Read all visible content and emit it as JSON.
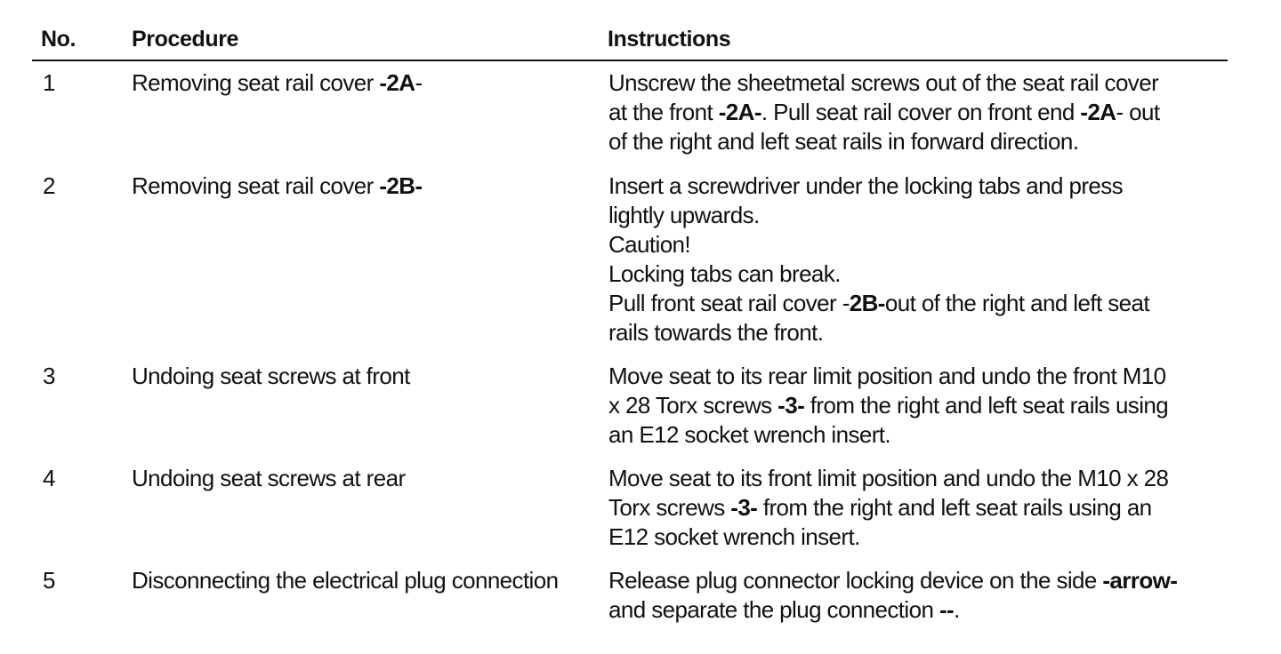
{
  "headers": {
    "no": "No.",
    "procedure": "Procedure",
    "instructions": "Instructions"
  },
  "rows": [
    {
      "no": "1",
      "procedure": [
        {
          "t": "Removing seat rail cover "
        },
        {
          "t": "-2A",
          "b": true
        },
        {
          "t": "-"
        }
      ],
      "instructions": [
        [
          {
            "t": "Unscrew the sheetmetal screws out of the seat rail cover"
          }
        ],
        [
          {
            "t": "at the front "
          },
          {
            "t": "-2A-",
            "b": true
          },
          {
            "t": ". Pull seat rail cover on front end "
          },
          {
            "t": "-2A",
            "b": true
          },
          {
            "t": "- out"
          }
        ],
        [
          {
            "t": "of the right and left seat rails in forward direction."
          }
        ]
      ]
    },
    {
      "no": "2",
      "procedure": [
        {
          "t": "Removing seat rail cover "
        },
        {
          "t": "-2B-",
          "b": true
        }
      ],
      "instructions": [
        [
          {
            "t": "Insert a screwdriver under the locking tabs and press"
          }
        ],
        [
          {
            "t": "lightly upwards."
          }
        ],
        [
          {
            "t": "Caution!"
          }
        ],
        [
          {
            "t": "Locking tabs can break."
          }
        ],
        [
          {
            "t": "Pull front seat rail cover -"
          },
          {
            "t": "2B-",
            "b": true
          },
          {
            "t": "out of the right and left seat"
          }
        ],
        [
          {
            "t": "rails towards the front."
          }
        ]
      ]
    },
    {
      "no": "3",
      "procedure": [
        {
          "t": "Undoing seat screws at front"
        }
      ],
      "instructions": [
        [
          {
            "t": "Move seat to its rear limit position and undo the front M10"
          }
        ],
        [
          {
            "t": "x 28 Torx screws "
          },
          {
            "t": "-3-",
            "b": true
          },
          {
            "t": " from the right and left seat rails using"
          }
        ],
        [
          {
            "t": "an E12 socket wrench insert."
          }
        ]
      ]
    },
    {
      "no": "4",
      "procedure": [
        {
          "t": "Undoing seat screws at rear"
        }
      ],
      "instructions": [
        [
          {
            "t": "Move seat to its front limit position and undo the M10 x 28"
          }
        ],
        [
          {
            "t": "Torx screws "
          },
          {
            "t": "-3-",
            "b": true
          },
          {
            "t": " from the right and left seat rails using an"
          }
        ],
        [
          {
            "t": "E12 socket wrench insert."
          }
        ]
      ]
    },
    {
      "no": "5",
      "procedure": [
        {
          "t": "Disconnecting the electrical plug connection"
        }
      ],
      "instructions": [
        [
          {
            "t": "Release plug connector locking device on the side "
          },
          {
            "t": "-arrow-",
            "b": true
          }
        ],
        [
          {
            "t": "and separate the plug connection "
          },
          {
            "t": "--",
            "b": true
          },
          {
            "t": "."
          }
        ]
      ]
    }
  ]
}
